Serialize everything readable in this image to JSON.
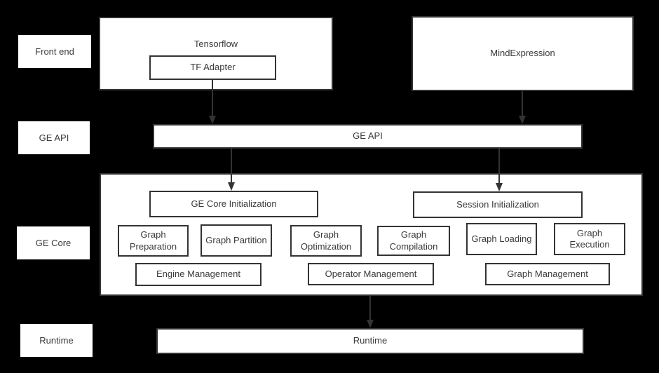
{
  "row_labels": {
    "front_end": "Front end",
    "ge_api": "GE API",
    "ge_core": "GE Core",
    "runtime": "Runtime"
  },
  "front_end_row": {
    "tensorflow_title": "Tensorflow",
    "tf_adapter": "TF Adapter",
    "mind_expression": "MindExpression"
  },
  "ge_api_bar": {
    "label": "GE API"
  },
  "ge_core": {
    "ge_core_initialization": "GE Core Initialization",
    "session_initialization": "Session Initialization",
    "stages": [
      "Graph Preparation",
      "Graph Partition",
      "Graph Optimization",
      "Graph Compilation",
      "Graph Loading",
      "Graph Execution"
    ],
    "management": [
      "Engine Management",
      "Operator Management",
      "Graph Management"
    ]
  },
  "runtime_bar": {
    "label": "Runtime"
  },
  "colors": {
    "background": "#000000",
    "box_fill": "#ffffff",
    "box_border": "#333333",
    "text": "#3a3a3a",
    "arrow": "#333333"
  }
}
